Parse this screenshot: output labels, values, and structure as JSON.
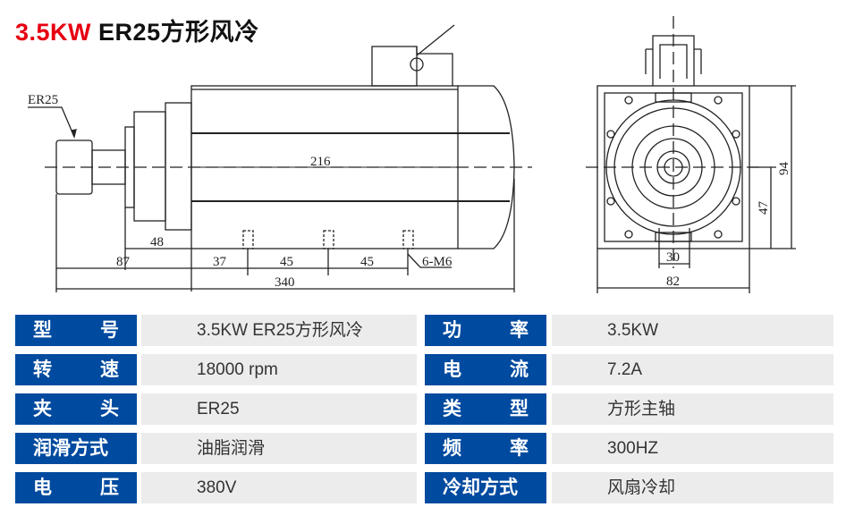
{
  "title": {
    "power": "3.5KW",
    "rest": "ER25方形风冷"
  },
  "drawing": {
    "er25": "ER25",
    "d216": "216",
    "d48": "48",
    "d87": "87",
    "d37": "37",
    "d45a": "45",
    "d45b": "45",
    "m6": "6-M6",
    "d340": "340",
    "d94": "94",
    "d47": "47",
    "d30": "30",
    "d82": "82"
  },
  "specs": [
    {
      "l1": [
        "型",
        "号"
      ],
      "v1": "3.5KW ER25方形风冷",
      "l2": [
        "功",
        "率"
      ],
      "v2": "3.5KW"
    },
    {
      "l1": [
        "转",
        "速"
      ],
      "v1": "18000 rpm",
      "l2": [
        "电",
        "流"
      ],
      "v2": "7.2A"
    },
    {
      "l1": [
        "夹",
        "头"
      ],
      "v1": "ER25",
      "l2": [
        "类",
        "型"
      ],
      "v2": "方形主轴"
    },
    {
      "l1": [
        "润滑方式"
      ],
      "v1": "油脂润滑",
      "l2": [
        "频",
        "率"
      ],
      "v2": "300HZ"
    },
    {
      "l1": [
        "电",
        "压"
      ],
      "v1": "380V",
      "l2": [
        "冷却方式"
      ],
      "v2": "风扇冷却"
    }
  ]
}
